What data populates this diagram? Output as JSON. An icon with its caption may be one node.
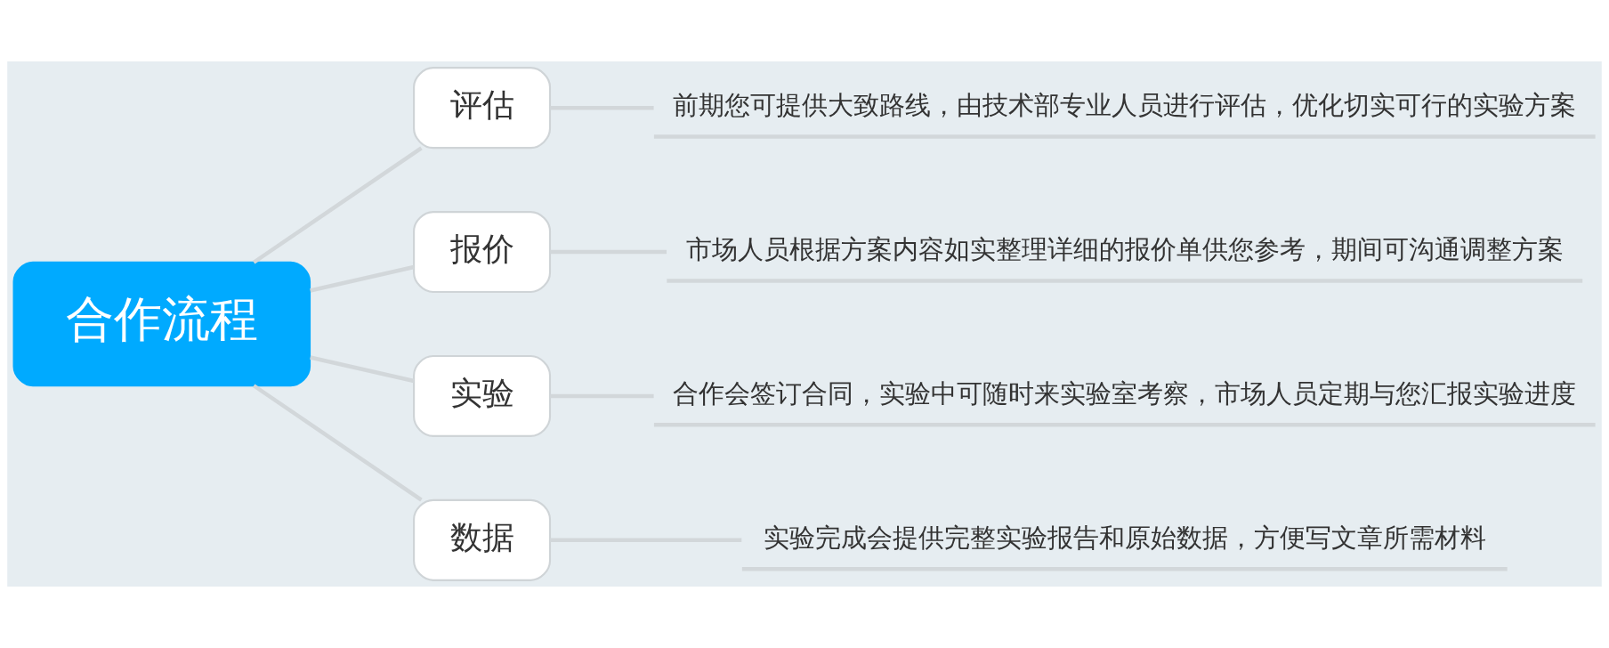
{
  "diagram": {
    "nodes": [
      {
        "text": [
          "合作流程"
        ]
      },
      {
        "text": [
          "评估"
        ]
      },
      {
        "text": [
          "前期您可提供大致路线，由技术部专业人员进行评估，优化切实可行的实验方案"
        ]
      },
      {
        "text": [
          "报价"
        ]
      },
      {
        "text": [
          "市场人员根据方案内容如实整理详细的报价单供您参考，期间可沟通调整方案"
        ]
      },
      {
        "text": [
          "实验"
        ]
      },
      {
        "text": [
          "合作会签订合同，实验中可随时来实验室考察，市场人员定期与您汇报实验进度"
        ]
      },
      {
        "text": [
          "数据"
        ]
      },
      {
        "text": [
          "实验完成会提供完整实验报告和原始数据，方便写文章所需材料"
        ]
      }
    ],
    "edges": [
      {
        "from": 0,
        "to": 1,
        "arrow": "none"
      },
      {
        "from": 1,
        "to": 2,
        "arrow": "none"
      },
      {
        "from": 0,
        "to": 3,
        "arrow": "none"
      },
      {
        "from": 3,
        "to": 4,
        "arrow": "none"
      },
      {
        "from": 0,
        "to": 5,
        "arrow": "none"
      },
      {
        "from": 5,
        "to": 6,
        "arrow": "none"
      },
      {
        "from": 0,
        "to": 7,
        "arrow": "none"
      },
      {
        "from": 7,
        "to": 8,
        "arrow": "none"
      }
    ]
  }
}
